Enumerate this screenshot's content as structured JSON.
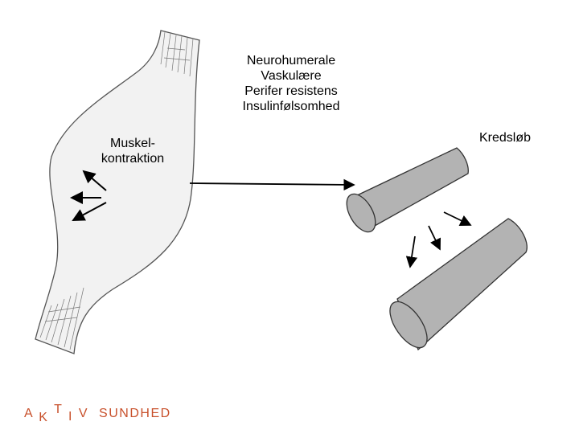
{
  "factors": [
    "Neurohumerale",
    "Vaskulære",
    "Perifer resistens",
    "Insulinfølsomhed"
  ],
  "muscle": {
    "line1": "Muskel-",
    "line2": "kontraktion"
  },
  "circulation_label": "Kredsløb",
  "logo": {
    "a": "A",
    "k": "K",
    "t": "T",
    "i": "I",
    "v": "V",
    "word": "SUNDHED"
  },
  "colors": {
    "vessel_fill": "#b3b3b3",
    "muscle_fill": "#f2f2f2",
    "logo": "#c8502b"
  }
}
